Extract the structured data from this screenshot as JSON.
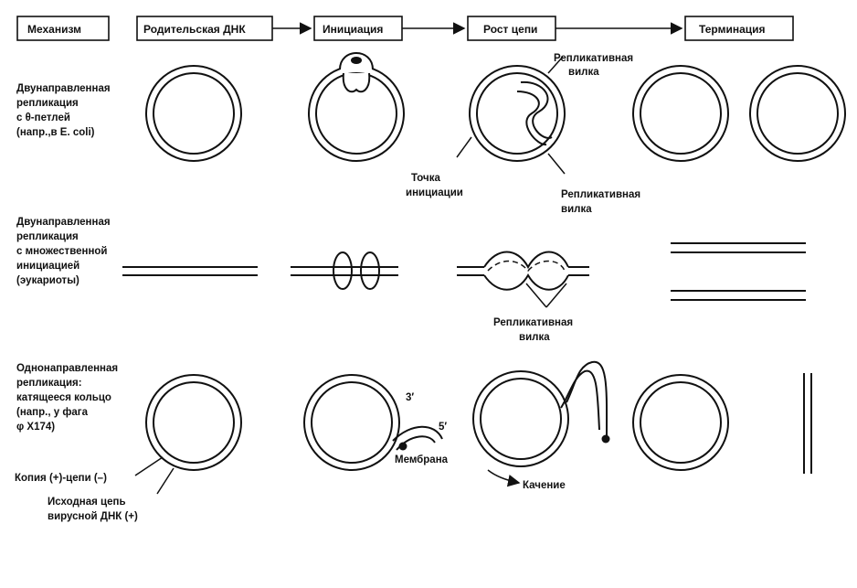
{
  "headers": {
    "mechanism": "Механизм",
    "parent_dna": "Родительская ДНК",
    "initiation": "Инициация",
    "chain_growth": "Рост цепи",
    "termination": "Терминация"
  },
  "rows": [
    {
      "lines": [
        "Двунаправленная",
        "репликация",
        "с θ-петлей",
        "(напр.,в E. coli)"
      ]
    },
    {
      "lines": [
        "Двунаправленная",
        "репликация",
        "с  множественной",
        "инициацией",
        "(эукариоты)"
      ]
    },
    {
      "lines": [
        "Однонаправленная",
        "репликация:",
        "катящееся кольцо",
        "(напр., у фага",
        "φ X174)"
      ]
    }
  ],
  "annotations": {
    "replication_fork_top_1": "Репликативная",
    "replication_fork_top_2": "вилка",
    "initiation_point_1": "Точка",
    "initiation_point_2": "инициации",
    "replication_fork_bottom_1": "Репликативная",
    "replication_fork_bottom_2": "вилка",
    "replication_fork_mid_1": "Репликативная",
    "replication_fork_mid_2": "вилка",
    "three_prime": "3′",
    "five_prime": "5′",
    "membrane": "Мембрана",
    "rolling": "Качение",
    "copy_strand": "Копия (+)-цепи  (–)",
    "viral_strand_1": "Исходная цепь",
    "viral_strand_2": "вирусной ДНК  (+)"
  }
}
